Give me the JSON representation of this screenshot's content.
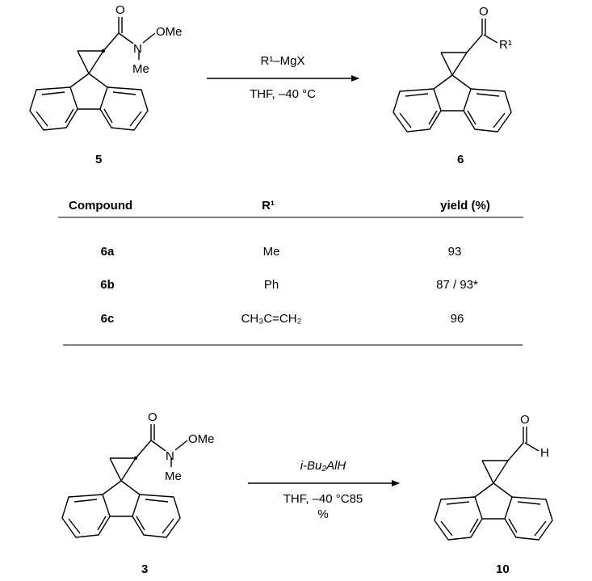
{
  "scheme1": {
    "reagent": "R¹–MgX",
    "conditions": "THF, –40 °C",
    "start_label": "5",
    "product_label": "6",
    "start_atoms": {
      "oxygen": "O",
      "nitrogen": "N",
      "methoxy": "OMe",
      "methyl": "Me"
    },
    "product_atoms": {
      "oxygen": "O",
      "r1": "R¹"
    }
  },
  "table": {
    "headers": [
      "Compound",
      "R¹",
      "yield (%)"
    ],
    "rows": [
      {
        "compound": "6a",
        "r1": "Me",
        "yield": "93"
      },
      {
        "compound": "6b",
        "r1": "Ph",
        "yield": "87 / 93*"
      },
      {
        "compound": "6c",
        "r1": "CH₃C=CH₂",
        "yield": "96"
      }
    ]
  },
  "scheme2": {
    "reagent": "i-Bu₂AlH",
    "conditions_line1": "THF, –40 °C85",
    "conditions_line2": "%",
    "start_label": "3",
    "product_label": "10",
    "start_atoms": {
      "oxygen": "O",
      "nitrogen": "N",
      "methoxy": "OMe",
      "methyl": "Me"
    },
    "product_atoms": {
      "oxygen": "O",
      "hydrogen": "H"
    }
  },
  "colors": {
    "ink": "#000000",
    "background": "#ffffff",
    "rule": "#555555"
  }
}
